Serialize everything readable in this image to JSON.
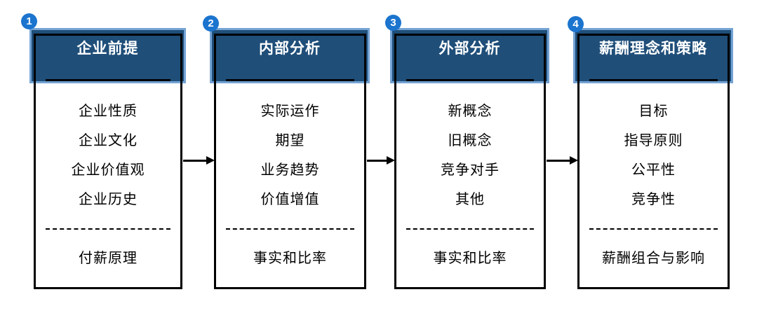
{
  "colors": {
    "navy": "#1F4E79",
    "light_blue": "#74A3D4",
    "badge_blue": "#1B74CE",
    "ink": "#000000",
    "text_white": "#FFFFFF",
    "bg": "#FFFFFF"
  },
  "diagram": {
    "type": "process-flow",
    "direction": "left-to-right",
    "arrow_count": 3
  },
  "columns": [
    {
      "number": "1",
      "title": "企业前提",
      "items": [
        "企业性质",
        "企业文化",
        "企业价值观",
        "企业历史"
      ],
      "footer": "付薪原理"
    },
    {
      "number": "2",
      "title": "内部分析",
      "items": [
        "实际运作",
        "期望",
        "业务趋势",
        "价值增值"
      ],
      "footer": "事实和比率"
    },
    {
      "number": "3",
      "title": "外部分析",
      "items": [
        "新概念",
        "旧概念",
        "竞争对手",
        "其他"
      ],
      "footer": "事实和比率"
    },
    {
      "number": "4",
      "title": "薪酬理念和策略",
      "items": [
        "目标",
        "指导原则",
        "公平性",
        "竞争性"
      ],
      "footer": "薪酬组合与影响"
    }
  ]
}
